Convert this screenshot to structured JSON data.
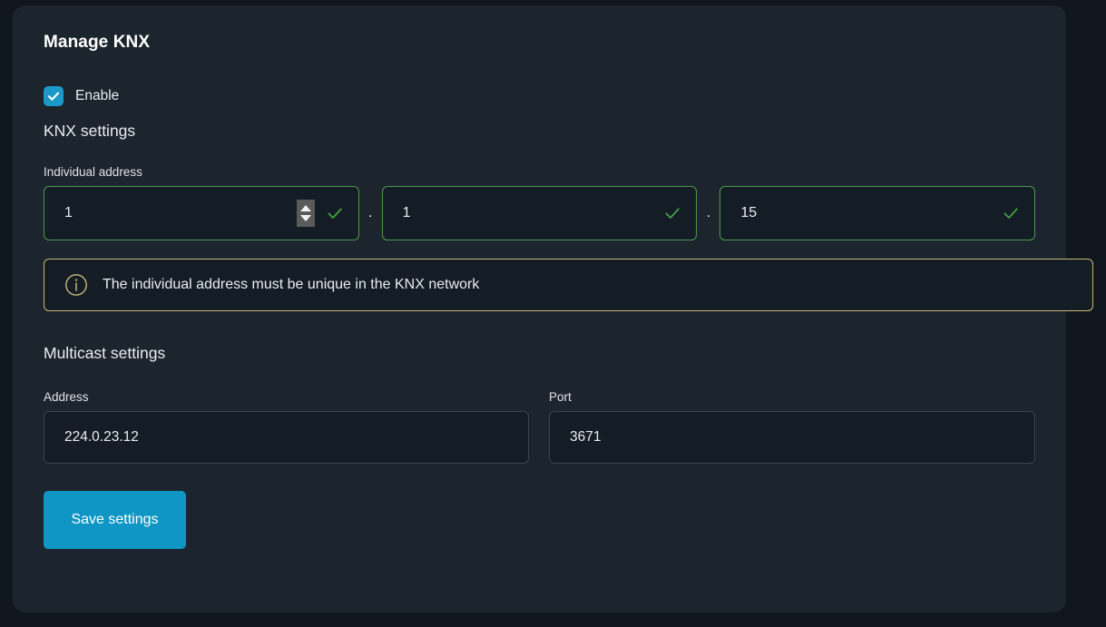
{
  "card": {
    "title": "Manage KNX"
  },
  "enable": {
    "label": "Enable",
    "checked": true,
    "accent_color": "#1b9ac9",
    "icon": "check-icon"
  },
  "knx_settings": {
    "heading": "KNX settings",
    "individual_address": {
      "label": "Individual address",
      "separator": ".",
      "valid_color": "#4e9a4e",
      "fields": [
        {
          "name": "area",
          "value": "1",
          "valid": true,
          "has_spinner": true
        },
        {
          "name": "line",
          "value": "1",
          "valid": true,
          "has_spinner": false
        },
        {
          "name": "device",
          "value": "15",
          "valid": true,
          "has_spinner": false
        }
      ]
    },
    "info_banner": {
      "icon": "info-circle-icon",
      "text": "The individual address must be unique in the KNX network",
      "border_color": "#c9b876"
    }
  },
  "multicast_settings": {
    "heading": "Multicast settings",
    "address": {
      "label": "Address",
      "value": "224.0.23.12",
      "placeholder": ""
    },
    "port": {
      "label": "Port",
      "value": "3671",
      "placeholder": ""
    }
  },
  "actions": {
    "save_label": "Save settings",
    "save_color": "#0f96c4"
  }
}
